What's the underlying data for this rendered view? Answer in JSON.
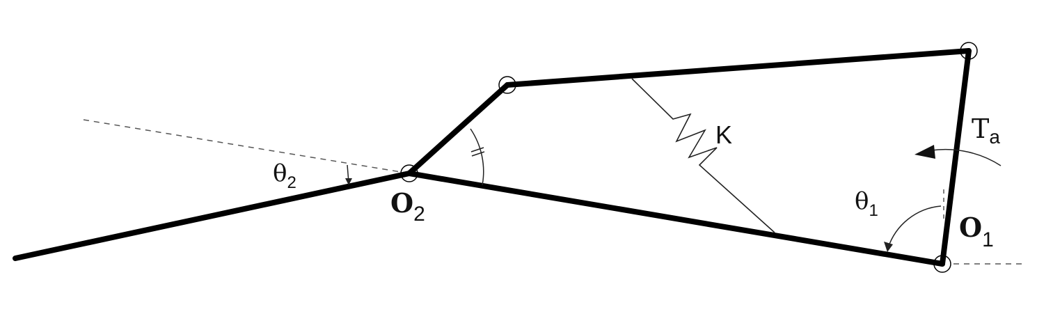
{
  "labels": {
    "theta2": "θ",
    "theta2_sub": "2",
    "o2": "O",
    "o2_sub": "2",
    "k": "K",
    "ta": "T",
    "ta_sub": "a",
    "theta1": "θ",
    "theta1_sub": "1",
    "o1": "O",
    "o1_sub": "1"
  },
  "colors": {
    "link": "#000000",
    "thin": "#222222",
    "dashed": "#555555"
  }
}
